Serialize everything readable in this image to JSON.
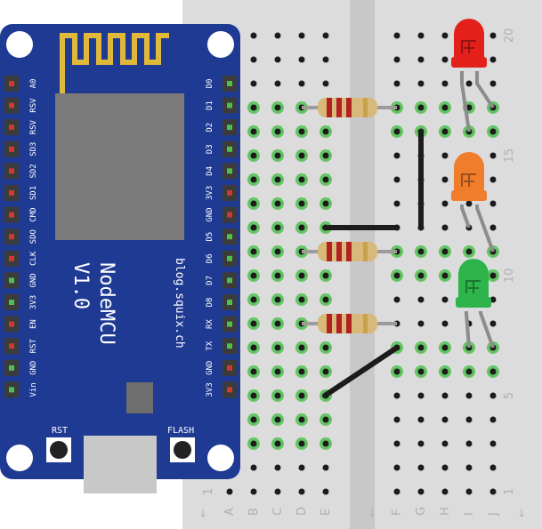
{
  "board": {
    "name": "NodeMCU",
    "version": "V1.0",
    "site": "blog.squix.ch",
    "buttons": {
      "left": "RST",
      "right": "FLASH"
    },
    "pins_right": [
      "D0",
      "D1",
      "D2",
      "D3",
      "D4",
      "3V3",
      "GND",
      "D5",
      "D6",
      "D7",
      "D8",
      "RX",
      "TX",
      "GND",
      "3V3"
    ],
    "pins_left": [
      "A0",
      "RSV",
      "RSV",
      "SD3",
      "SD2",
      "SD1",
      "CMD",
      "SDO",
      "CLK",
      "GND",
      "3V3",
      "EN",
      "RST",
      "GND",
      "Vin"
    ]
  },
  "breadboard": {
    "columns_left": [
      "A",
      "B",
      "C",
      "D",
      "E"
    ],
    "columns_right": [
      "F",
      "G",
      "H",
      "I",
      "J"
    ],
    "row_numbers": [
      "1",
      "5",
      "10",
      "15",
      "20"
    ]
  },
  "colors": {
    "board": "#1f3a93",
    "breadboard": "#dcdcdc",
    "led_red": "#e3201b",
    "led_orange": "#f07d2b",
    "led_green": "#2db44a",
    "connected_hole": "#4fbf4f"
  }
}
